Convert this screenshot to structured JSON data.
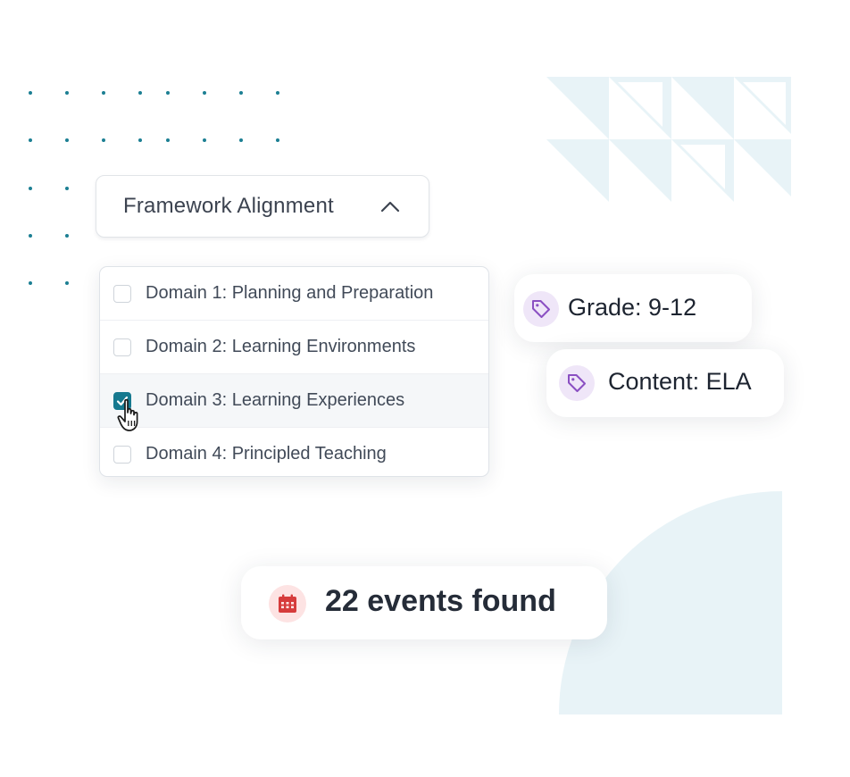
{
  "colors": {
    "accent": "#16798f",
    "dot": "#1c7f93",
    "pattern": "#e8f3f7",
    "tag_icon": "#8a4fc2",
    "tag_bg": "#efe6f8",
    "calendar_icon": "#d63b3b",
    "calendar_bg": "#fde3e3"
  },
  "dropdown": {
    "label": "Framework Alignment",
    "icon": "chevron-up-icon",
    "expanded": true,
    "options": [
      {
        "label": "Domain 1: Planning and Preparation",
        "checked": false
      },
      {
        "label": "Domain 2: Learning Environments",
        "checked": false
      },
      {
        "label": "Domain 3: Learning Experiences",
        "checked": true
      },
      {
        "label": "Domain 4: Principled Teaching",
        "checked": false
      }
    ]
  },
  "tags": [
    {
      "icon": "tag-icon",
      "text": "Grade: 9-12"
    },
    {
      "icon": "tag-icon",
      "text": "Content: ELA"
    }
  ],
  "results": {
    "icon": "calendar-icon",
    "text": "22 events found"
  }
}
